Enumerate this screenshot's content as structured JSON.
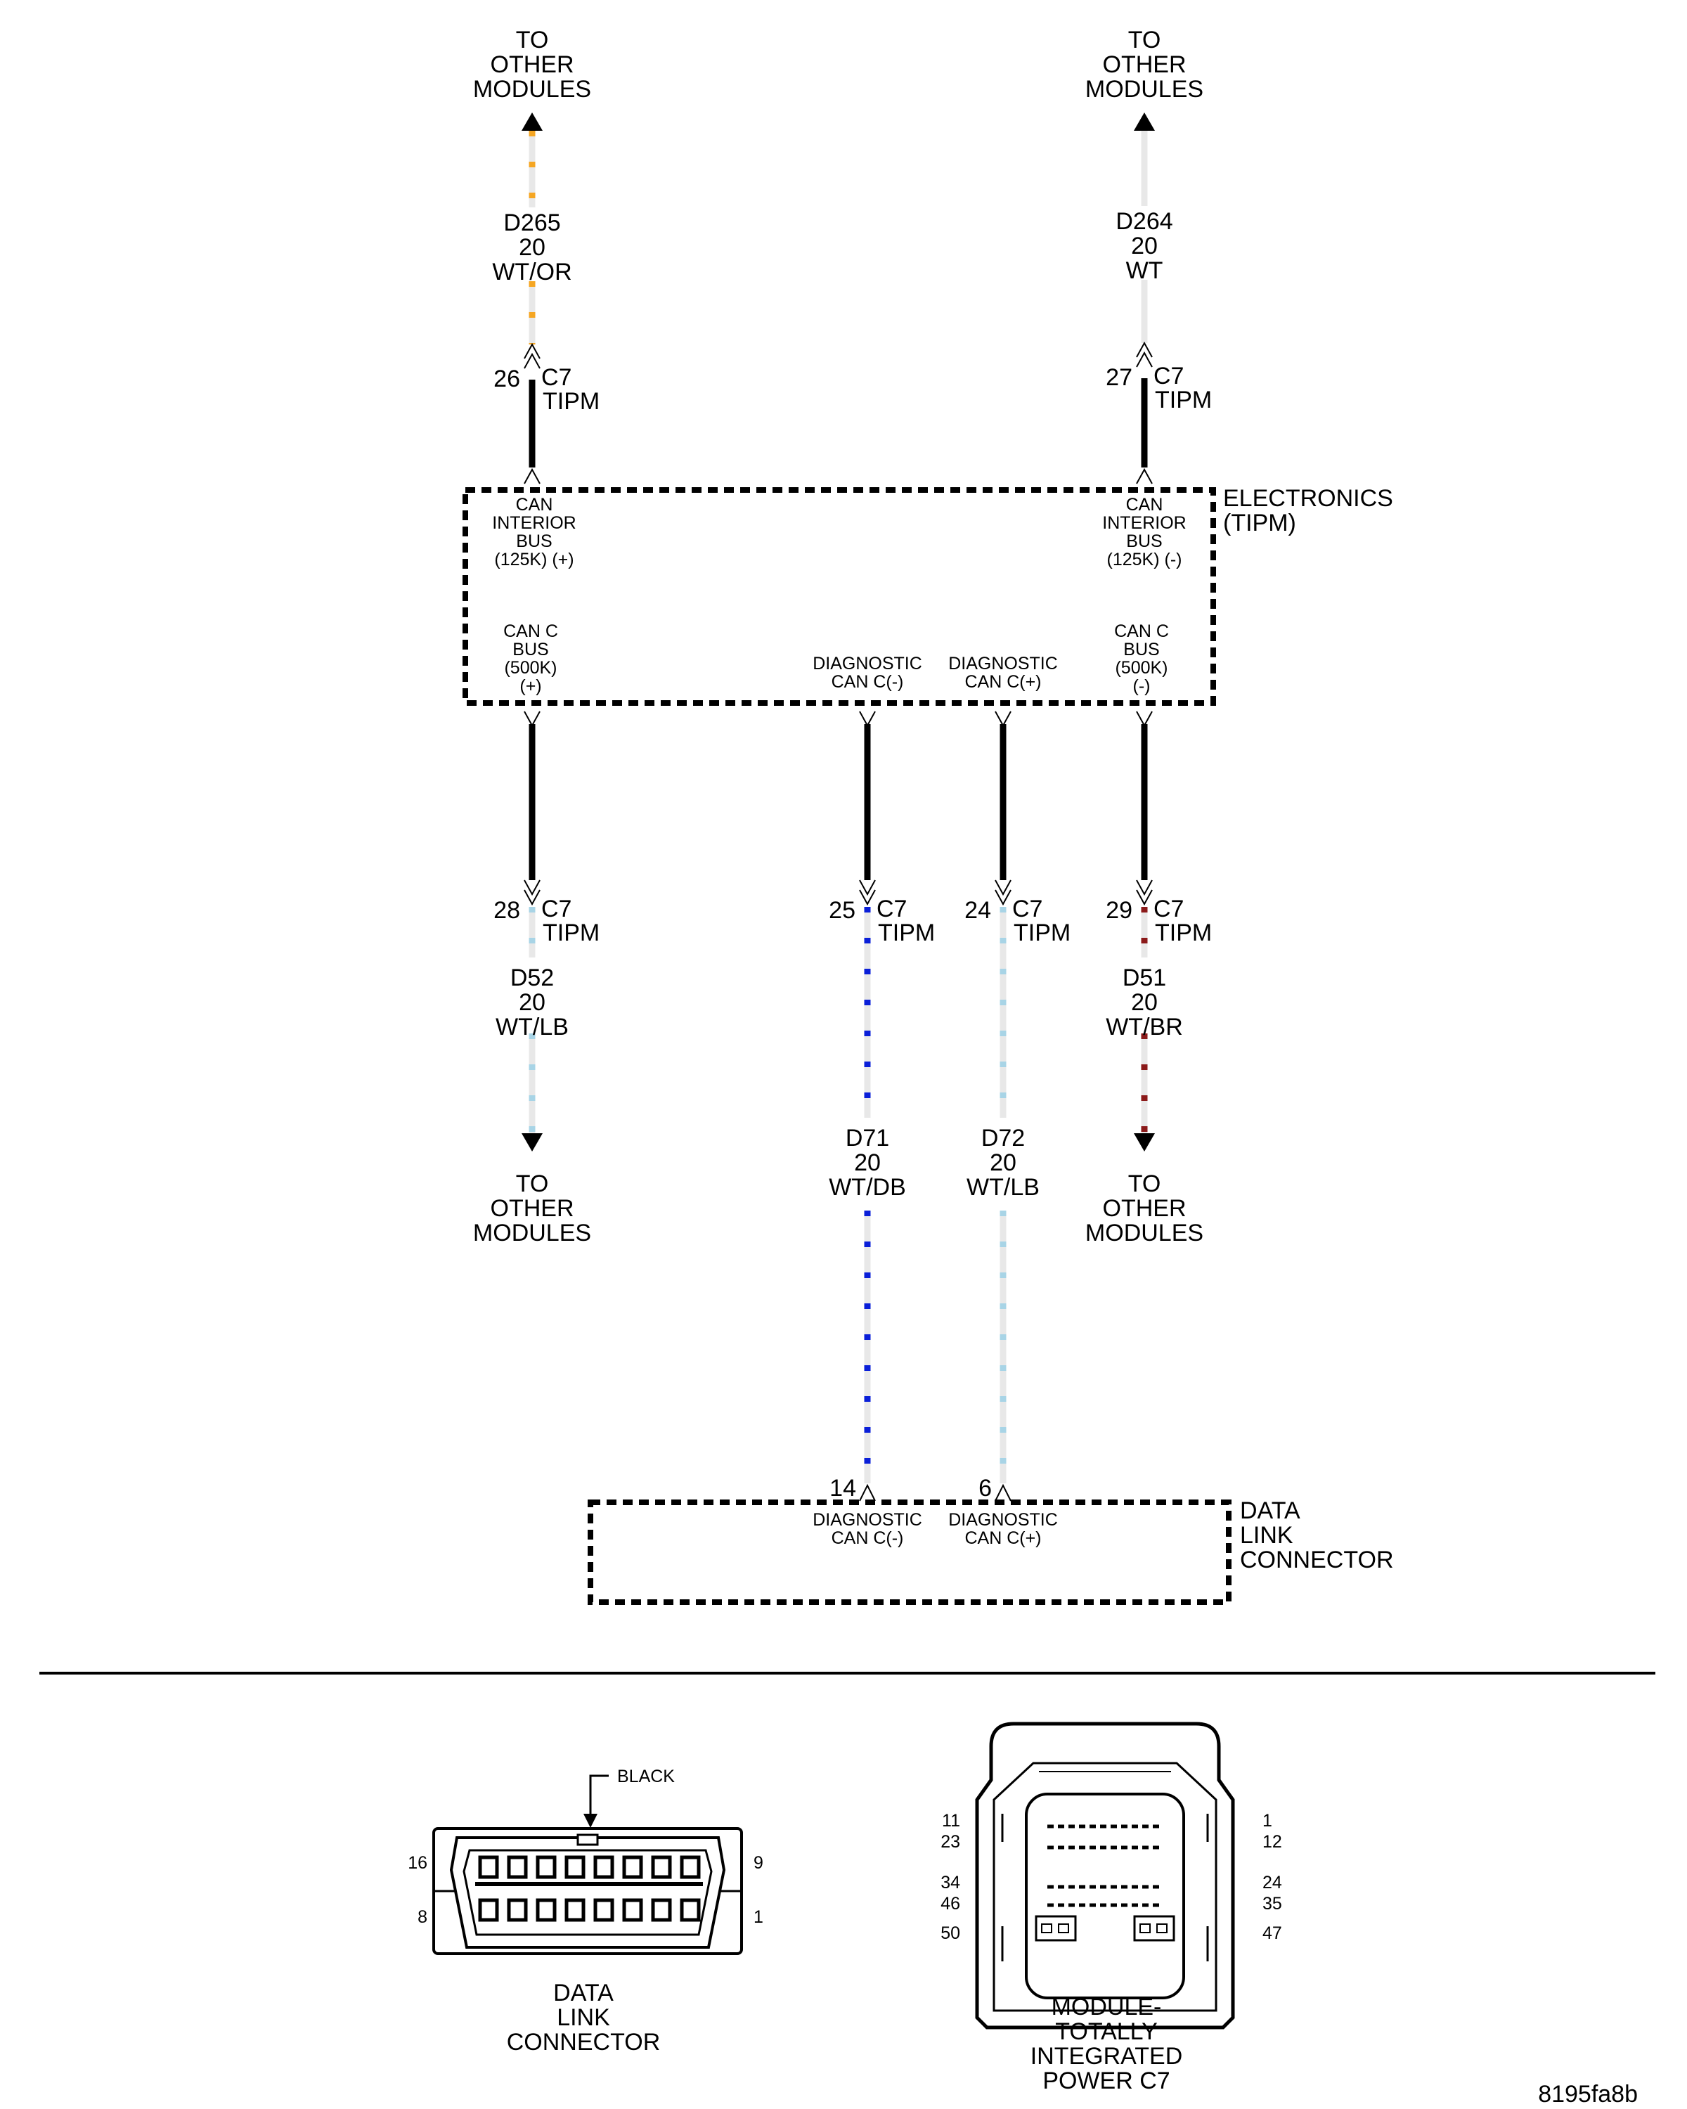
{
  "to_other_modules": [
    "TO",
    "OTHER",
    "MODULES"
  ],
  "wires": {
    "d265": {
      "circuit": "D265",
      "gauge": "20",
      "color": "WT/OR"
    },
    "d264": {
      "circuit": "D264",
      "gauge": "20",
      "color": "WT"
    },
    "d52": {
      "circuit": "D52",
      "gauge": "20",
      "color": "WT/LB"
    },
    "d51": {
      "circuit": "D51",
      "gauge": "20",
      "color": "WT/BR"
    },
    "d71": {
      "circuit": "D71",
      "gauge": "20",
      "color": "WT/DB"
    },
    "d72": {
      "circuit": "D72",
      "gauge": "20",
      "color": "WT/LB"
    }
  },
  "connector_c7": {
    "name": "C7",
    "module": "TIPM"
  },
  "pins": {
    "p26": "26",
    "p27": "27",
    "p28": "28",
    "p25": "25",
    "p24": "24",
    "p29": "29",
    "p14": "14",
    "p6": "6"
  },
  "tipm": {
    "label": [
      "ELECTRONICS",
      "(TIPM)"
    ],
    "can_int_pos": [
      "CAN",
      "INTERIOR",
      "BUS",
      "(125K) (+)"
    ],
    "can_int_neg": [
      "CAN",
      "INTERIOR",
      "BUS",
      "(125K) (-)"
    ],
    "can_c_pos": [
      "CAN C",
      "BUS",
      "(500K)",
      "(+)"
    ],
    "can_c_neg": [
      "CAN C",
      "BUS",
      "(500K)",
      "(-)"
    ],
    "diag_neg": [
      "DIAGNOSTIC",
      "CAN C(-)"
    ],
    "diag_pos": [
      "DIAGNOSTIC",
      "CAN C(+)"
    ]
  },
  "dlc": {
    "label": [
      "DATA",
      "LINK",
      "CONNECTOR"
    ],
    "diag_neg": [
      "DIAGNOSTIC",
      "CAN C(-)"
    ],
    "diag_pos": [
      "DIAGNOSTIC",
      "CAN C(+)"
    ]
  },
  "views": {
    "dlc": {
      "title": [
        "DATA",
        "LINK",
        "CONNECTOR"
      ],
      "color": "BLACK",
      "pins": {
        "p16": "16",
        "p8": "8",
        "p9": "9",
        "p1": "1"
      }
    },
    "c7": {
      "title": [
        "MODULE-",
        "TOTALLY",
        "INTEGRATED",
        "POWER C7"
      ],
      "pins": {
        "p11": "11",
        "p23": "23",
        "p34": "34",
        "p46": "46",
        "p50": "50",
        "p1": "1",
        "p12": "12",
        "p24": "24",
        "p35": "35",
        "p47": "47"
      }
    }
  },
  "figure_id": "8195fa8b",
  "wire_colors": {
    "WT": "#e8e8e8",
    "OR": "#f5a623",
    "LB": "#a8d4e6",
    "BR": "#8b1a1a",
    "DB": "#0a1fd8",
    "black": "#000000"
  }
}
